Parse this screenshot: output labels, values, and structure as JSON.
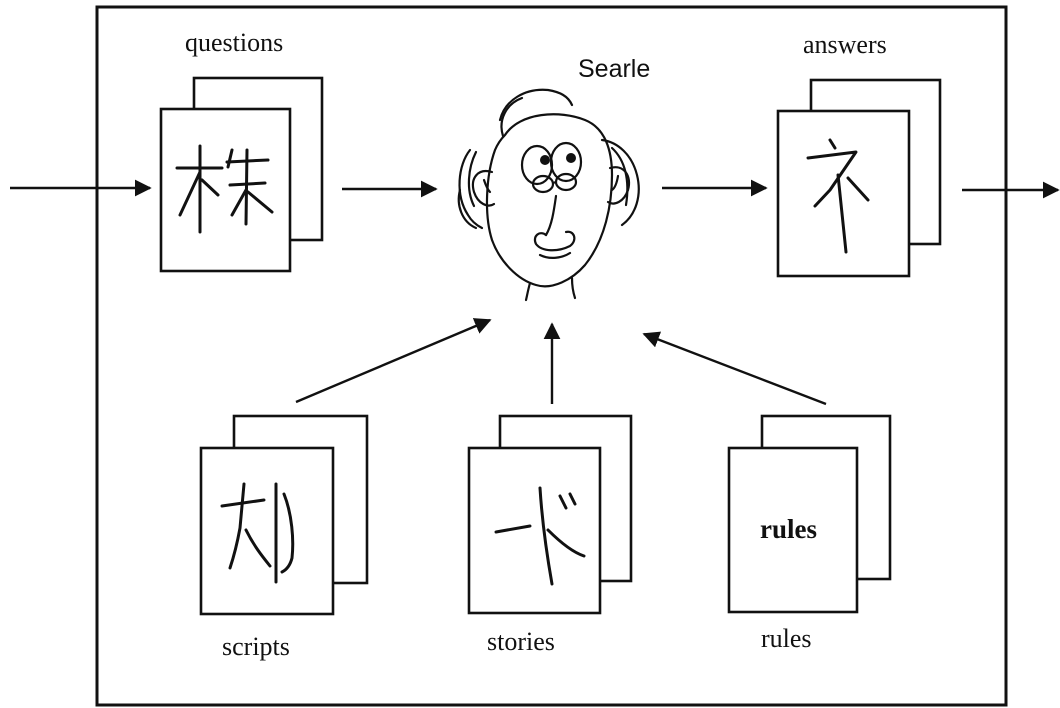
{
  "diagram": {
    "labels": {
      "questions": "questions",
      "answers": "answers",
      "person": "Searle",
      "scripts": "scripts",
      "stories": "stories",
      "rules": "rules",
      "rules_card_text": "rules"
    },
    "glyph_icons": {
      "question_card": "handwritten-chinese-character-icon",
      "answer_card": "handwritten-chinese-character-icon",
      "scripts_card": "handwritten-chinese-character-icon",
      "stories_card": "handwritten-chinese-character-icon"
    },
    "colors": {
      "ink": "#111111",
      "background": "#ffffff"
    }
  }
}
